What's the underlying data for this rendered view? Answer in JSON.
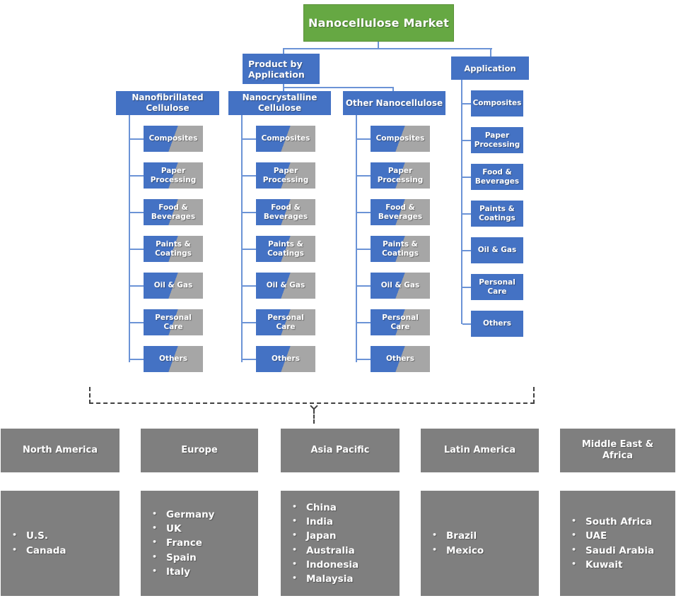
{
  "title": "Nanocellulose Market",
  "product": {
    "label": "Product by Application",
    "columns": [
      {
        "header": "Nanofibrillated Cellulose",
        "items": [
          "Composites",
          "Paper Processing",
          "Food & Beverages",
          "Paints & Coatings",
          "Oil & Gas",
          "Personal Care",
          "Others"
        ]
      },
      {
        "header": "Nanocrystalline Cellulose",
        "items": [
          "Composites",
          "Paper Processing",
          "Food & Beverages",
          "Paints & Coatings",
          "Oil & Gas",
          "Personal Care",
          "Others"
        ]
      },
      {
        "header": "Other Nanocellulose",
        "items": [
          "Composites",
          "Paper Processing",
          "Food & Beverages",
          "Paints & Coatings",
          "Oil & Gas",
          "Personal Care",
          "Others"
        ]
      }
    ]
  },
  "application": {
    "header": "Application",
    "items": [
      "Composites",
      "Paper Processing",
      "Food & Beverages",
      "Paints & Coatings",
      "Oil & Gas",
      "Personal Care",
      "Others"
    ]
  },
  "regions": [
    {
      "header": "North America",
      "countries": [
        "U.S.",
        "Canada"
      ]
    },
    {
      "header": "Europe",
      "countries": [
        "Germany",
        "UK",
        "France",
        "Spain",
        "Italy"
      ]
    },
    {
      "header": "Asia Pacific",
      "countries": [
        "China",
        "India",
        "Japan",
        "Australia",
        "Indonesia",
        "Malaysia"
      ]
    },
    {
      "header": "Latin America",
      "countries": [
        "Brazil",
        "Mexico"
      ]
    },
    {
      "header": "Middle East & Africa",
      "countries": [
        "South Africa",
        "UAE",
        "Saudi Arabia",
        "Kuwait"
      ]
    }
  ],
  "colors": {
    "root_green": "#66A843",
    "branch_blue": "#4472C4",
    "leaf_gray": "#A6A6A6",
    "region_gray": "#7F7F7F",
    "connector_blue": "#6B93D6",
    "dashed_line": "#404040",
    "text": "#FFFFFF"
  }
}
